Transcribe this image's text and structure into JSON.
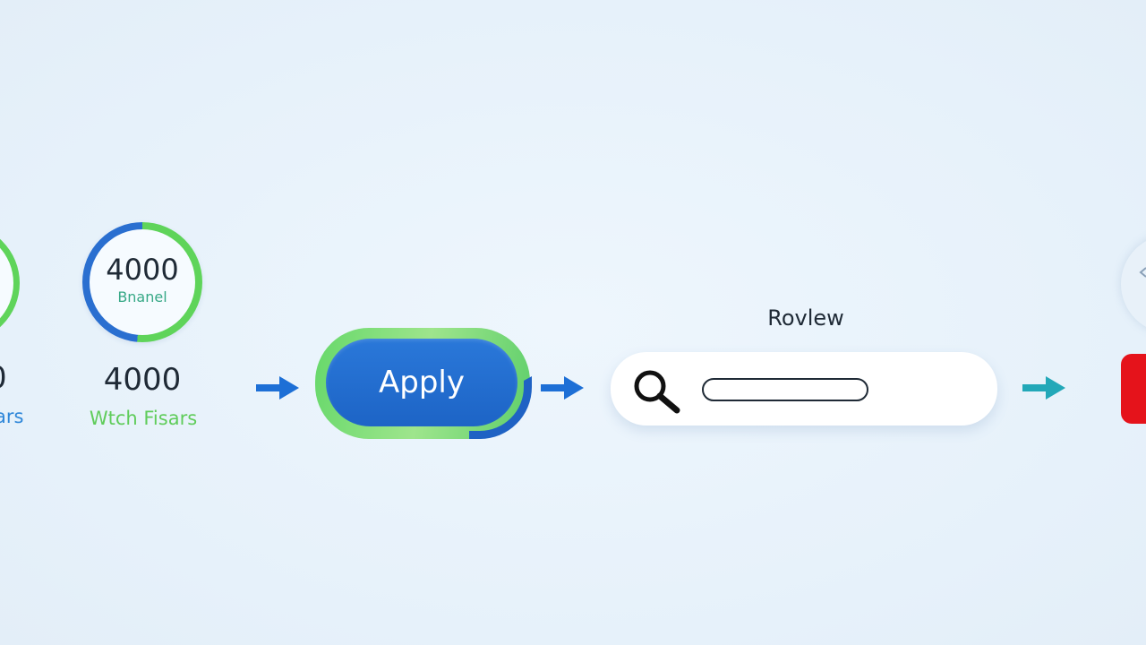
{
  "milestones": {
    "left": {
      "value": "0",
      "caption": "ars"
    },
    "main": {
      "ring_value": "4000",
      "ring_caption": "Bnanel",
      "value": "4000",
      "caption": "Wtch Fisars"
    }
  },
  "apply": {
    "label": "Apply"
  },
  "review": {
    "label": "Rovlew",
    "search_value": ""
  },
  "colors": {
    "blue": "#1d64c6",
    "green": "#5fd45a",
    "teal": "#22a8b8",
    "red": "#e5131b"
  }
}
